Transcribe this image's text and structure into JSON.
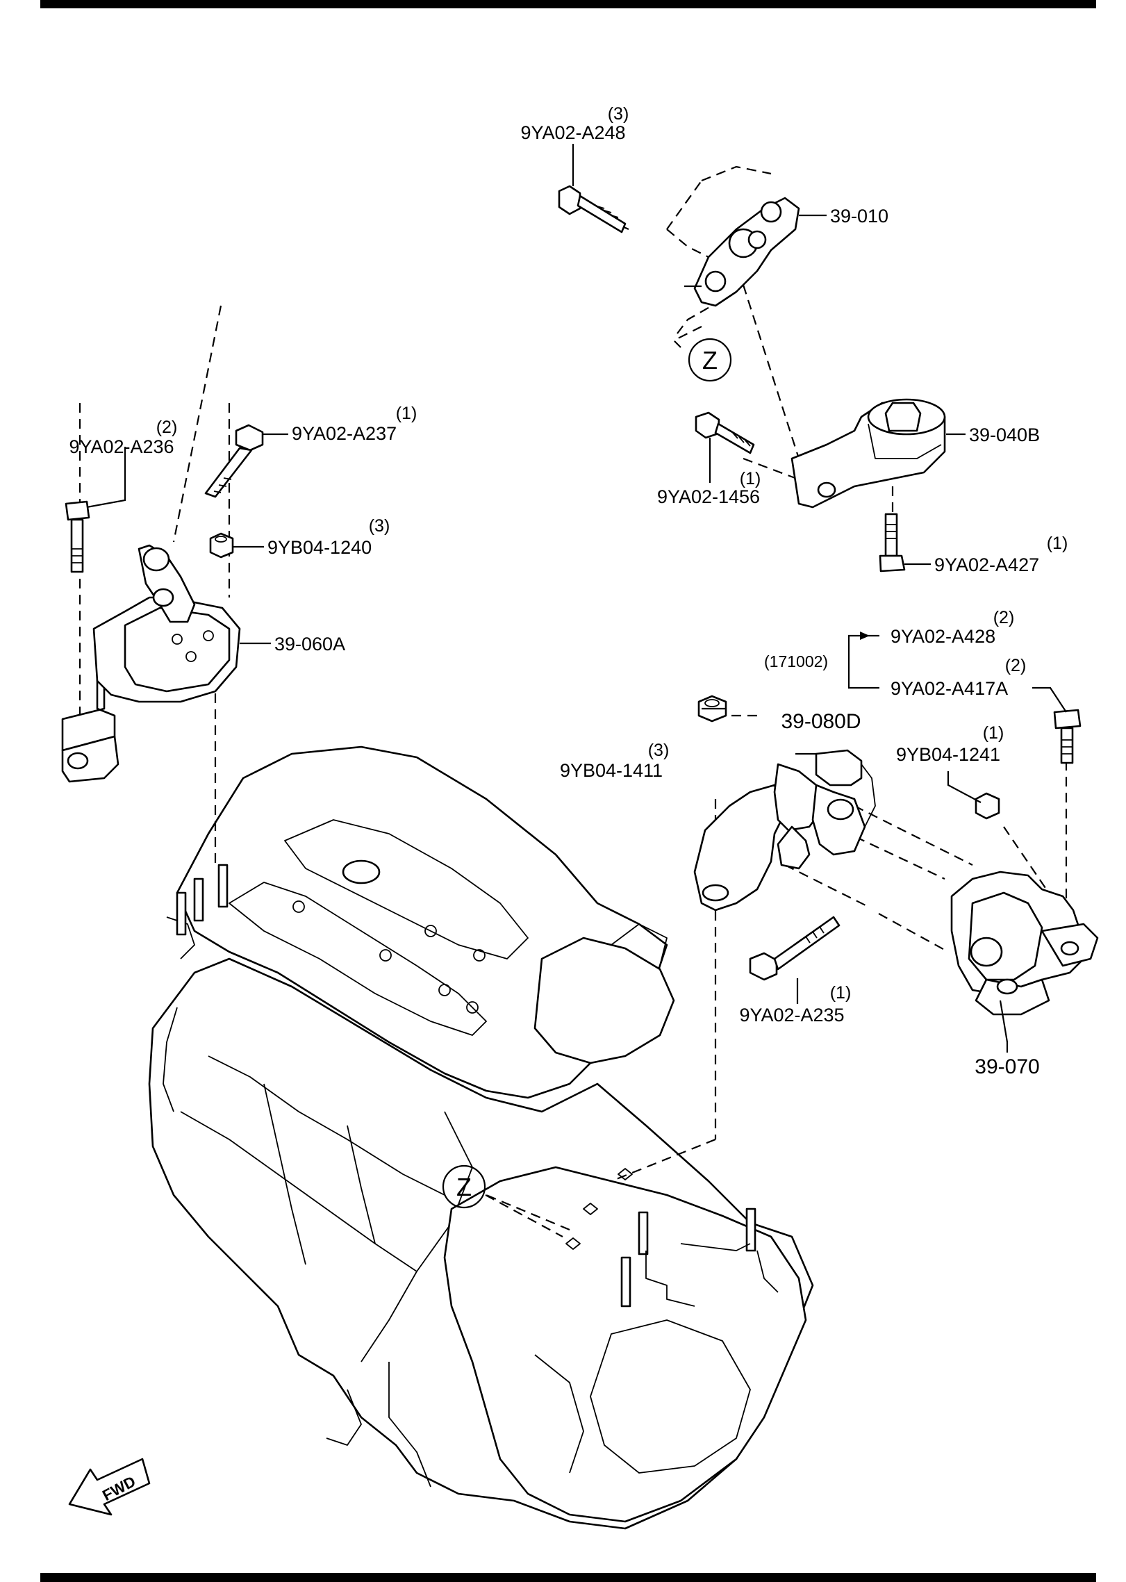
{
  "labels": {
    "a248": {
      "code": "9YA02-A248",
      "qty": "(3)"
    },
    "p39010": {
      "code": "39-010"
    },
    "zTop": {
      "code": "Z"
    },
    "p39040B": {
      "code": "39-040B"
    },
    "c1456": {
      "code": "9YA02-1456",
      "qty": "(1)"
    },
    "a427": {
      "code": "9YA02-A427",
      "qty": "(1)"
    },
    "a236": {
      "code": "9YA02-A236",
      "qty": "(2)"
    },
    "a237": {
      "code": "9YA02-A237",
      "qty": "(1)"
    },
    "b1240": {
      "code": "9YB04-1240",
      "qty": "(3)"
    },
    "p39060A": {
      "code": "39-060A"
    },
    "a428": {
      "code": "9YA02-A428",
      "qty": "(2)"
    },
    "split": {
      "code": "(171002)"
    },
    "a417A": {
      "code": "9YA02-A417A",
      "qty": "(2)"
    },
    "p39080D": {
      "code": "39-080D"
    },
    "b1411": {
      "code": "9YB04-1411",
      "qty": "(3)"
    },
    "b1241": {
      "code": "9YB04-1241",
      "qty": "(1)"
    },
    "a235": {
      "code": "9YA02-A235",
      "qty": "(1)"
    },
    "p39070": {
      "code": "39-070"
    },
    "zBottom": {
      "code": "Z"
    },
    "fwd": {
      "code": "FWD"
    }
  }
}
